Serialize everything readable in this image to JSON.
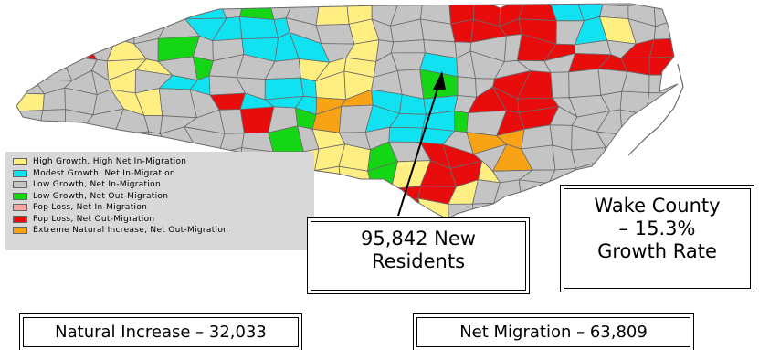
{
  "colors": {
    "high_growth": "#ffef82",
    "modest_growth": "#10e2f2",
    "low_growth_in": "#c4c4c4",
    "low_growth_out": "#14d614",
    "pop_loss_in": "#f7a6a6",
    "pop_loss_out": "#e80c0c",
    "extreme_natural": "#f8a216",
    "county_border": "#6a6a6a",
    "legend_background": "#d8d8d8"
  },
  "legend": {
    "items": [
      {
        "label": "High Growth, High Net In-Migration",
        "color": "#ffef82"
      },
      {
        "label": "Modest Growth, Net In-Migration",
        "color": "#10e2f2"
      },
      {
        "label": "Low Growth, Net In-Migration",
        "color": "#c4c4c4"
      },
      {
        "label": "Low Growth, Net Out-Migration",
        "color": "#14d614"
      },
      {
        "label": "Pop Loss, Net In-Migration",
        "color": "#f7a6a6"
      },
      {
        "label": "Pop Loss, Net Out-Migration",
        "color": "#e80c0c"
      },
      {
        "label": "Extreme Natural Increase, Net Out-Migration",
        "color": "#f8a216"
      }
    ]
  },
  "callouts": {
    "new_residents": {
      "line1": "95,842 New",
      "line2": "Residents"
    },
    "wake_county": {
      "line1": "Wake County",
      "line2": "– 15.3%",
      "line3": "Growth Rate"
    },
    "natural_increase": "Natural Increase – 32,033",
    "net_migration": "Net Migration – 63,809"
  }
}
